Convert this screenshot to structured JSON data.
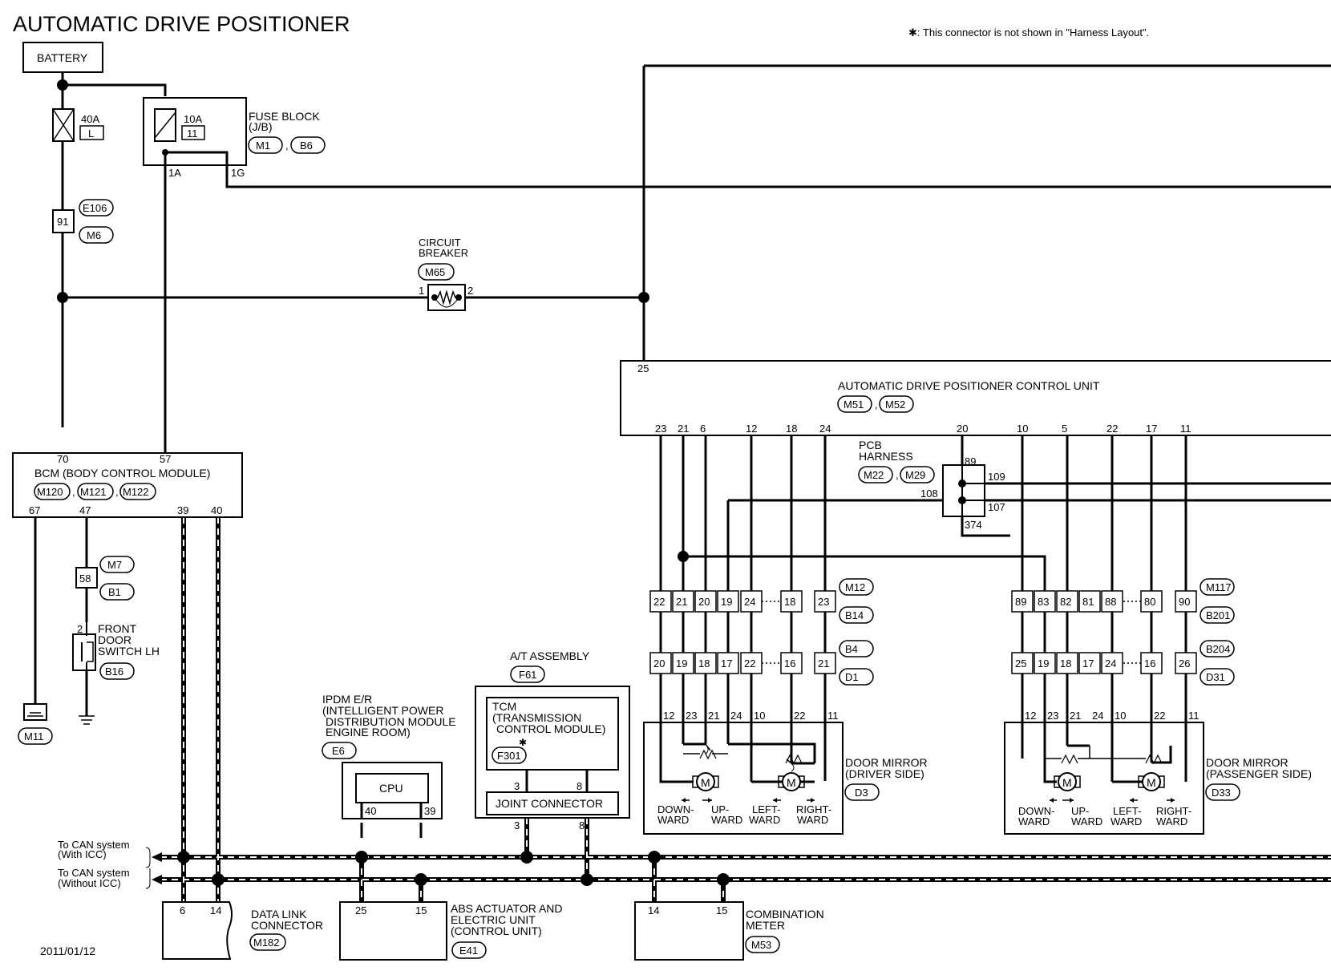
{
  "title": "AUTOMATIC DRIVE POSITIONER",
  "note": "✱: This connector is not shown in \"Harness Layout\".",
  "date": "2011/01/12",
  "battery": "BATTERY",
  "fuse40": {
    "rating": "40A",
    "id": "L"
  },
  "fuse10": {
    "rating": "10A",
    "id": "11"
  },
  "fuse_block": {
    "line1": "FUSE BLOCK",
    "line2": "(J/B)",
    "c1": "M1",
    "c2": "B6",
    "pin_a": "1A",
    "pin_g": "1G"
  },
  "e106": {
    "pin": "91",
    "c1": "E106",
    "c2": "M6"
  },
  "breaker": {
    "line1": "CIRCUIT",
    "line2": "BREAKER",
    "conn": "M65",
    "p1": "1",
    "p2": "2"
  },
  "adp": {
    "label": "AUTOMATIC DRIVE POSITIONER CONTROL UNIT",
    "c1": "M51",
    "c2": "M52",
    "pin_top": "25",
    "pins": [
      "23",
      "21",
      "6",
      "12",
      "18",
      "24",
      "20",
      "10",
      "5",
      "22",
      "17",
      "11"
    ]
  },
  "pcb": {
    "line1": "PCB",
    "line2": "HARNESS",
    "c1": "M22",
    "c2": "M29",
    "p89": "89",
    "p109": "109",
    "p108": "108",
    "p107": "107",
    "p374": "374"
  },
  "bcm": {
    "label": "BCM (BODY CONTROL MODULE)",
    "c1": "M120",
    "c2": "M121",
    "c3": "M122",
    "p70": "70",
    "p57": "57",
    "p67": "67",
    "p47": "47",
    "p39": "39",
    "p40": "40"
  },
  "m7": {
    "pin": "58",
    "c1": "M7",
    "c2": "B1"
  },
  "door_switch": {
    "line1": "FRONT",
    "line2": "DOOR",
    "line3": "SWITCH LH",
    "conn": "B16",
    "pin": "2"
  },
  "ground": {
    "conn": "M11"
  },
  "driver_rows": {
    "row1": [
      "22",
      "21",
      "20",
      "19",
      "24",
      "18",
      "23"
    ],
    "row1_c1": "M12",
    "row1_c2": "B14",
    "row2": [
      "20",
      "19",
      "18",
      "17",
      "22",
      "16",
      "21"
    ],
    "row2_c1": "B4",
    "row2_c2": "D1"
  },
  "pass_rows": {
    "row1": [
      "89",
      "83",
      "82",
      "81",
      "88",
      "80",
      "90"
    ],
    "row1_c1": "M117",
    "row1_c2": "B201",
    "row2": [
      "25",
      "19",
      "18",
      "17",
      "24",
      "16",
      "26"
    ],
    "row2_c1": "B204",
    "row2_c2": "D31"
  },
  "mirror_pins": [
    "12",
    "23",
    "21",
    "24",
    "10",
    "22",
    "11"
  ],
  "mirror_driver": {
    "line1": "DOOR MIRROR",
    "line2": "(DRIVER SIDE)",
    "conn": "D3"
  },
  "mirror_pass": {
    "line1": "DOOR MIRROR",
    "line2": "(PASSENGER SIDE)",
    "conn": "D33"
  },
  "motor": "M",
  "dirs": {
    "down1": "DOWN-",
    "down2": "WARD",
    "up1": "UP-",
    "up2": "WARD",
    "left1": "LEFT-",
    "left2": "WARD",
    "right1": "RIGHT-",
    "right2": "WARD"
  },
  "at": {
    "label": "A/T ASSEMBLY",
    "conn": "F61",
    "tcm1": "TCM",
    "tcm2": "(TRANSMISSION",
    "tcm3": "CONTROL MODULE)",
    "tcm_conn": "F301",
    "star": "✱",
    "joint": "JOINT CONNECTOR",
    "p3": "3",
    "p8": "8"
  },
  "ipdm": {
    "line1": "IPDM E/R",
    "line2": "(INTELLIGENT POWER",
    "line3": "DISTRIBUTION MODULE",
    "line4": "ENGINE ROOM)",
    "conn": "E6",
    "cpu": "CPU",
    "p40": "40",
    "p39": "39"
  },
  "can": {
    "with1": "To CAN system",
    "with2": "(With ICC)",
    "without1": "To CAN system",
    "without2": "(Without ICC)"
  },
  "dlc": {
    "line1": "DATA LINK",
    "line2": "CONNECTOR",
    "conn": "M182",
    "p6": "6",
    "p14": "14"
  },
  "abs": {
    "line1": "ABS ACTUATOR AND",
    "line2": "ELECTRIC UNIT",
    "line3": "(CONTROL UNIT)",
    "conn": "E41",
    "p25": "25",
    "p15": "15"
  },
  "meter": {
    "line1": "COMBINATION",
    "line2": "METER",
    "conn": "M53",
    "p14": "14",
    "p15": "15"
  }
}
